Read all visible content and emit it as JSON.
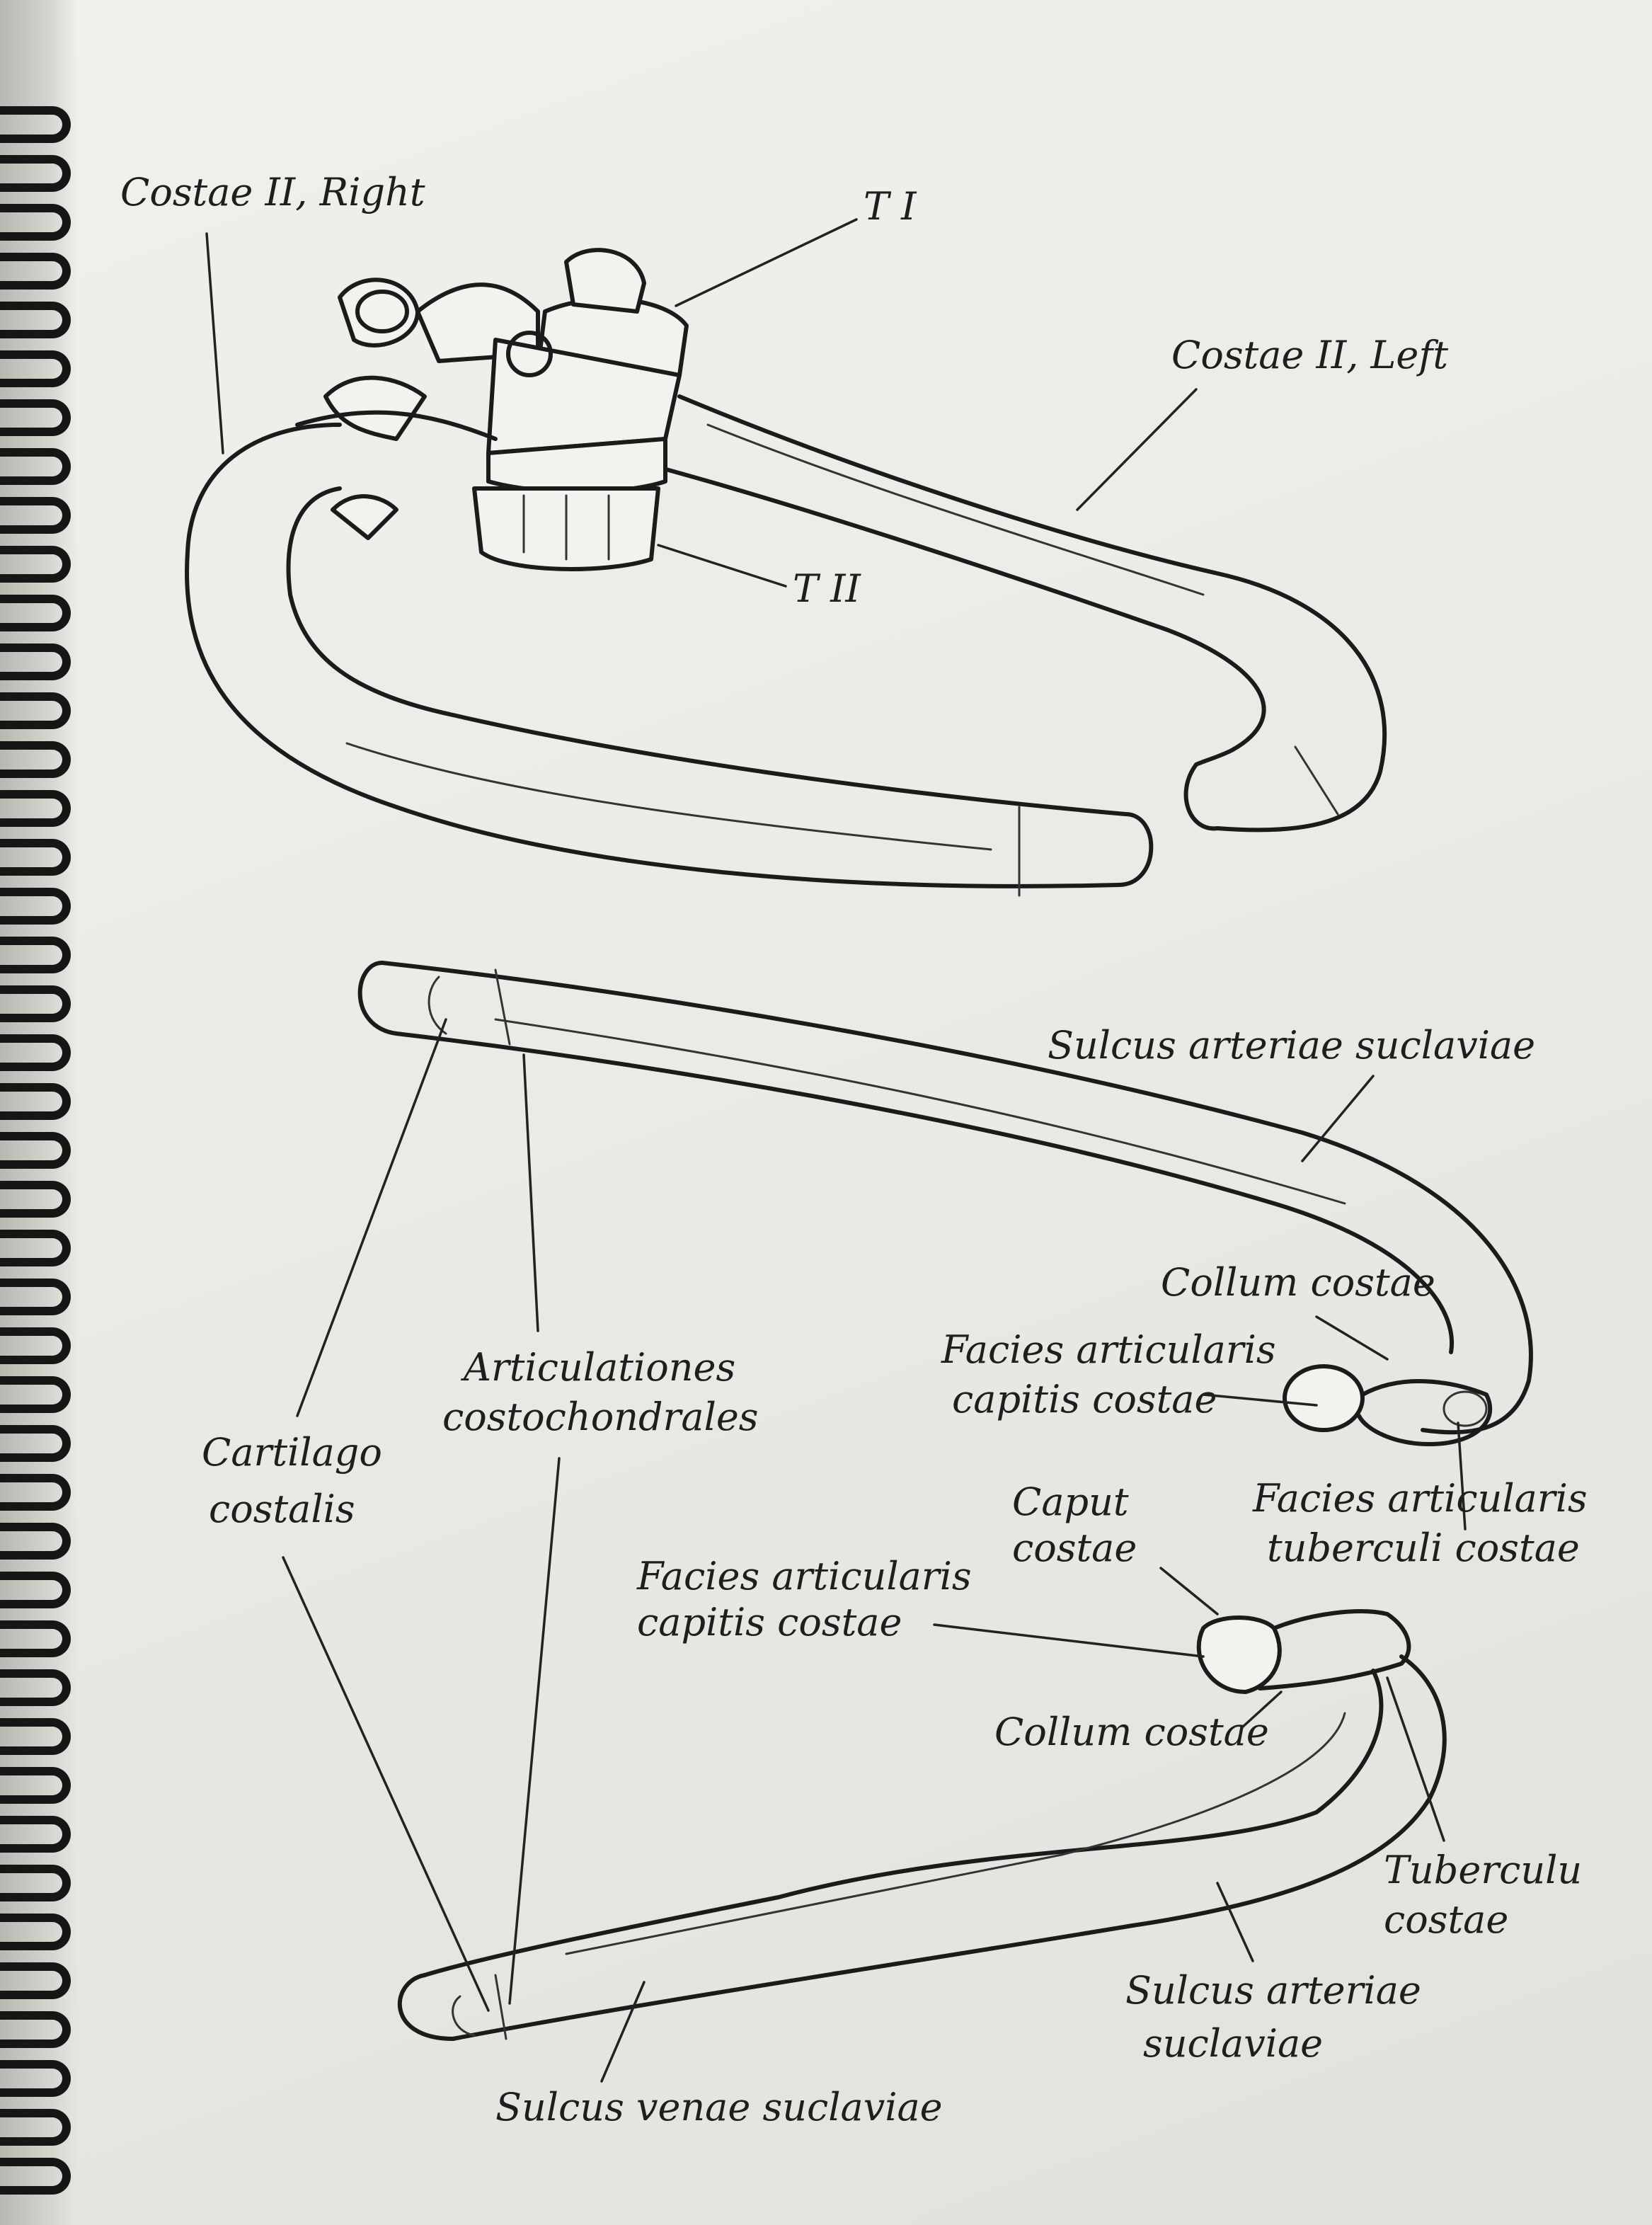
{
  "labels": {
    "costae_ii_right": "Costae II, Right",
    "t_i": "T I",
    "costae_ii_left": "Costae II, Left",
    "t_ii": "T II",
    "sulcus_arteriae_top": "Sulcus arteriae suclaviae",
    "collum_costae_top": "Collum costae",
    "facies_capitis_top_line1": "Facies articularis",
    "facies_capitis_top_line2": "capitis costae",
    "articulationes_line1": "Articulationes",
    "articulationes_line2": "costochondrales",
    "cartilago_line1": "Cartilago",
    "cartilago_line2": "costalis",
    "facies_tuberculi_line1": "Facies articularis",
    "facies_tuberculi_line2": "tuberculi costae",
    "caput_line1": "Caput",
    "caput_line2": "costae",
    "facies_capitis_bottom_line1": "Facies articularis",
    "facies_capitis_bottom_line2": "capitis costae",
    "collum_costae_bottom": "Collum costae",
    "tuberculum_line1": "Tuberculu",
    "tuberculum_line2": "costae",
    "sulcus_arteriae_bottom_line1": "Sulcus arteriae",
    "sulcus_arteriae_bottom_line2": "suclaviae",
    "sulcus_venae": "Sulcus venae suclaviae"
  }
}
